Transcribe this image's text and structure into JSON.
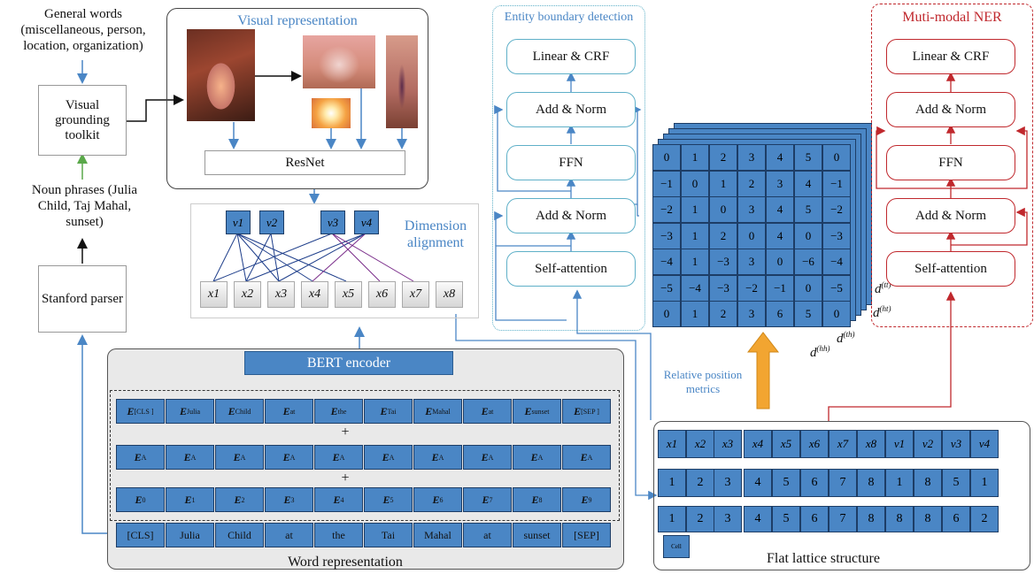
{
  "left": {
    "general_words": "General words (miscellaneous, person, location, organization)",
    "visual_grounding": "Visual grounding toolkit",
    "noun_phrases": "Noun phrases (Julia Child, Taj Mahal, sunset)",
    "stanford": "Stanford parser"
  },
  "visual": {
    "title": "Visual representation",
    "resnet": "ResNet",
    "dimension_alignment": "Dimension alignment",
    "v_labels": [
      "v1",
      "v2",
      "v3",
      "v4"
    ],
    "x_labels": [
      "x1",
      "x2",
      "x3",
      "x4",
      "x5",
      "x6",
      "x7",
      "x8"
    ]
  },
  "word": {
    "bert": "BERT encoder",
    "title": "Word representation",
    "plus": "+",
    "row1_base": [
      "E",
      "E",
      "E",
      "E",
      "E",
      "E",
      "E",
      "E",
      "E",
      "E"
    ],
    "row1_sub": [
      "[CLS ]",
      "Julia",
      "Child",
      "at",
      "the",
      "Tai",
      "Mahal",
      "at",
      "sunset",
      "[SEP ]"
    ],
    "row2_sub": [
      "A",
      "A",
      "A",
      "A",
      "A",
      "A",
      "A",
      "A",
      "A",
      "A"
    ],
    "row3_sub": [
      "0",
      "1",
      "2",
      "3",
      "4",
      "5",
      "6",
      "7",
      "8",
      "9"
    ],
    "tokens": [
      "[CLS]",
      "Julia",
      "Child",
      "at",
      "the",
      "Tai",
      "Mahal",
      "at",
      "sunset",
      "[SEP]"
    ]
  },
  "entity": {
    "title": "Entity boundary detection",
    "layers": [
      "Linear & CRF",
      "Add & Norm",
      "FFN",
      "Add & Norm",
      "Self-attention"
    ]
  },
  "ner": {
    "title": "Muti-modal NER",
    "layers": [
      "Linear & CRF",
      "Add & Norm",
      "FFN",
      "Add & Norm",
      "Self-attention"
    ]
  },
  "matrix": {
    "rows": [
      [
        "0",
        "1",
        "2",
        "3",
        "4",
        "5",
        "0"
      ],
      [
        "−1",
        "0",
        "1",
        "2",
        "3",
        "4",
        "−1"
      ],
      [
        "−2",
        "1",
        "0",
        "3",
        "4",
        "5",
        "−2"
      ],
      [
        "−3",
        "1",
        "2",
        "0",
        "4",
        "0",
        "−3"
      ],
      [
        "−4",
        "1",
        "−3",
        "3",
        "0",
        "−6",
        "−4"
      ],
      [
        "−5",
        "−4",
        "−3",
        "−2",
        "−1",
        "0",
        "−5"
      ],
      [
        "0",
        "1",
        "2",
        "3",
        "6",
        "5",
        "0"
      ]
    ],
    "d_tt": "d",
    "d_tt_sup": "(tt)",
    "d_ht": "d",
    "d_ht_sup": "(ht)",
    "d_th": "d",
    "d_th_sup": "(th)",
    "d_hh": "d",
    "d_hh_sup": "(hh)",
    "rel_pos": "Relative position metrics"
  },
  "lattice": {
    "title": "Flat lattice structure",
    "tokens": [
      "x1",
      "x2",
      "x3",
      "x4",
      "x5",
      "x6",
      "x7",
      "x8",
      "v1",
      "v2",
      "v3",
      "v4"
    ],
    "row2": [
      "1",
      "2",
      "3",
      "4",
      "5",
      "6",
      "7",
      "8",
      "1",
      "8",
      "5",
      "1"
    ],
    "row3": [
      "1",
      "2",
      "3",
      "4",
      "5",
      "6",
      "7",
      "8",
      "8",
      "8",
      "6",
      "2"
    ],
    "cell_label": "Cell"
  },
  "colors": {
    "blue": "#4a86c5",
    "red": "#c0282d",
    "teal": "#5fb0c8",
    "orange": "#f2a531"
  }
}
